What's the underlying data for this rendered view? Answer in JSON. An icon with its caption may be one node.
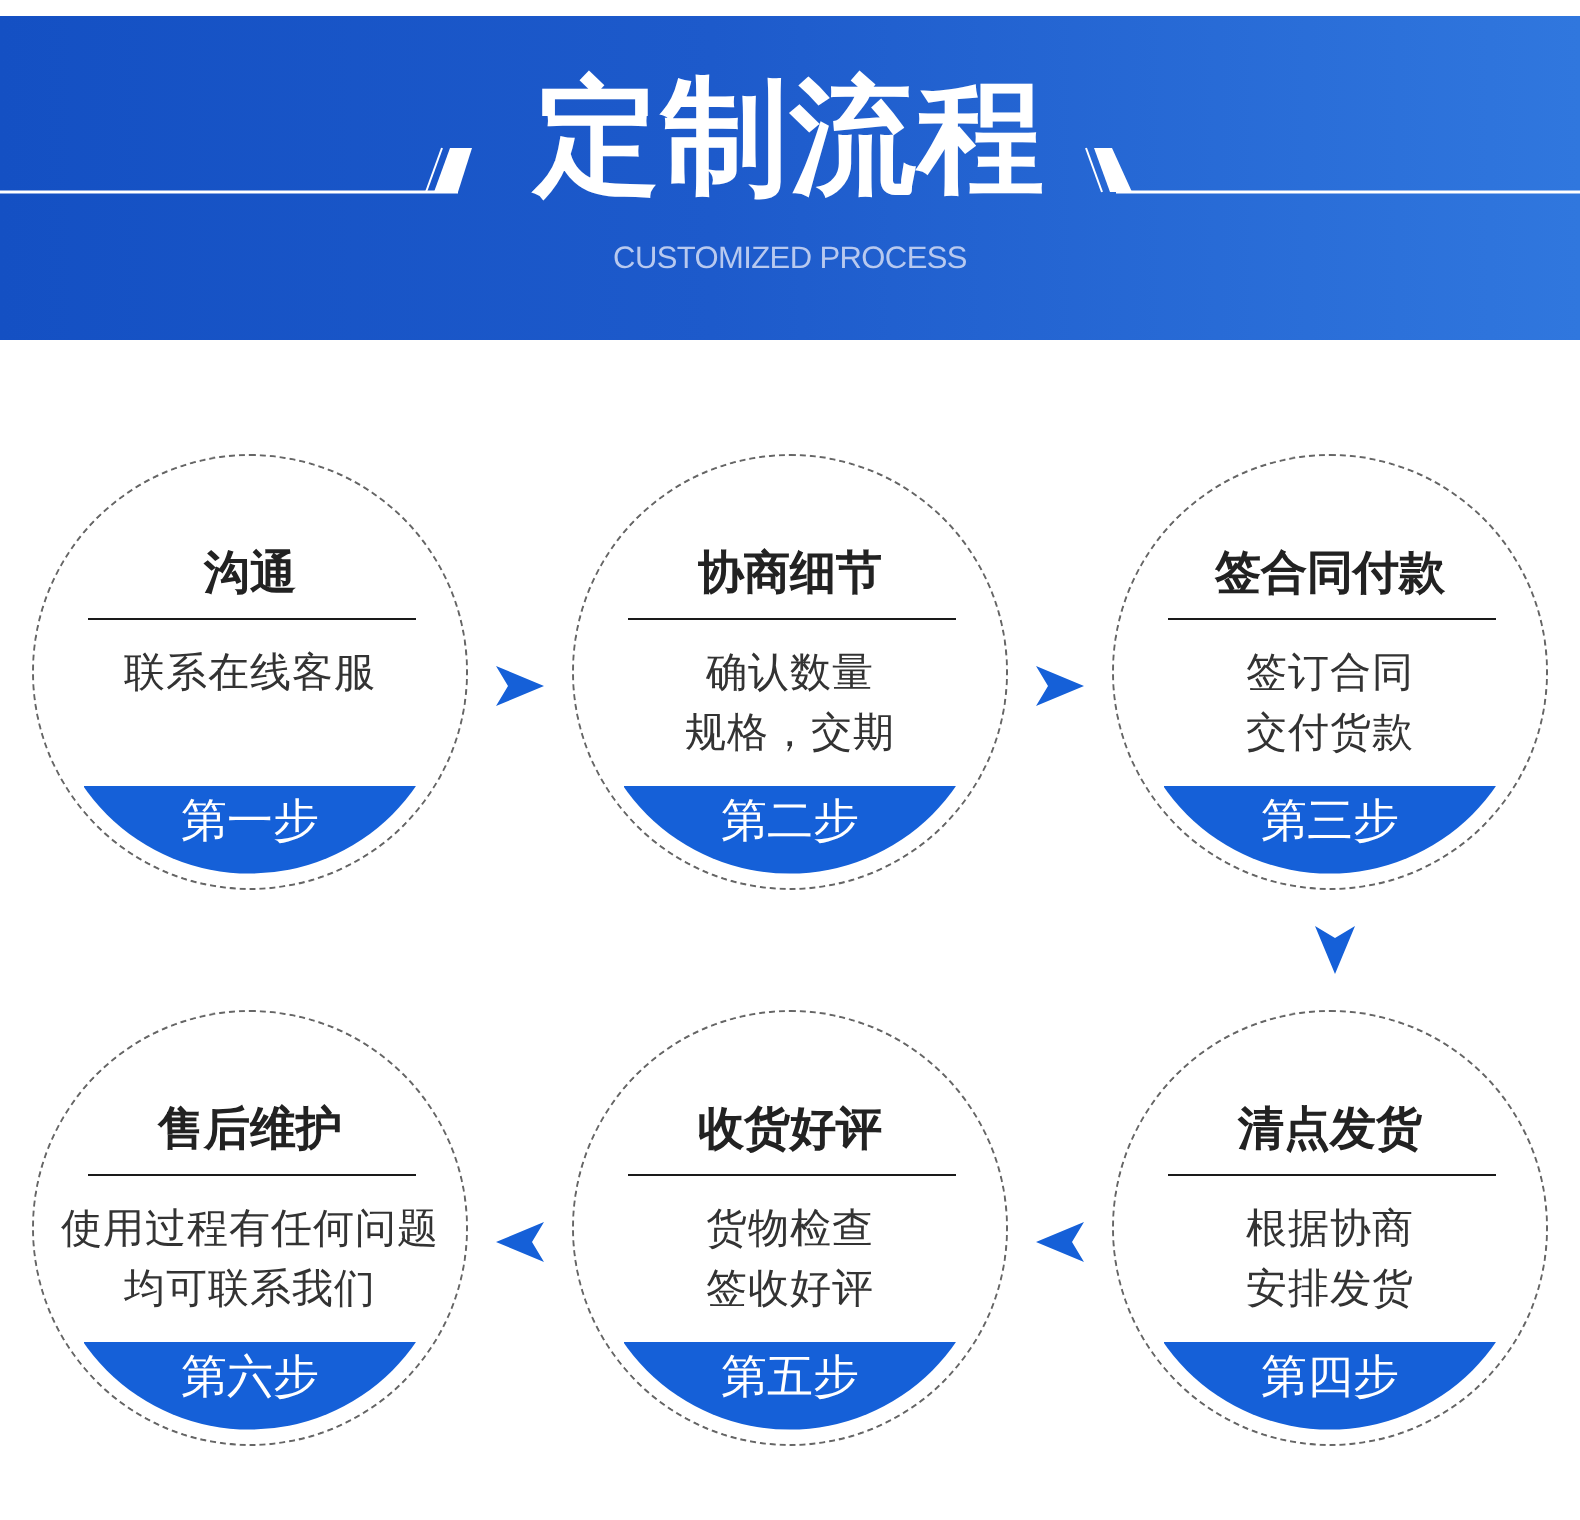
{
  "diagram": {
    "title": "定制流程",
    "nodes": [
      {
        "text": [
          "沟通",
          "联系在线客服",
          "第一步"
        ]
      },
      {
        "text": [
          "协商细节",
          "确认数量规格，交期",
          "第二步"
        ]
      },
      {
        "text": [
          "签合同付款",
          "签订合同交付货款",
          "第三步"
        ]
      },
      {
        "text": [
          "清点发货",
          "根据协商安排发货",
          "第四步"
        ]
      },
      {
        "text": [
          "收货好评",
          "货物检查签收好评",
          "第五步"
        ]
      },
      {
        "text": [
          "售后维护",
          "使用过程有任何问题均可联系我们",
          "第六步"
        ]
      }
    ],
    "edges": [
      {
        "from": 0,
        "to": 1,
        "arrow": "to"
      },
      {
        "from": 1,
        "to": 2,
        "arrow": "to"
      },
      {
        "from": 2,
        "to": 3,
        "arrow": "to"
      },
      {
        "from": 3,
        "to": 4,
        "arrow": "to"
      },
      {
        "from": 4,
        "to": 5,
        "arrow": "to"
      }
    ],
    "labels": [
      "CUSTOMIZED PROCESS"
    ]
  }
}
